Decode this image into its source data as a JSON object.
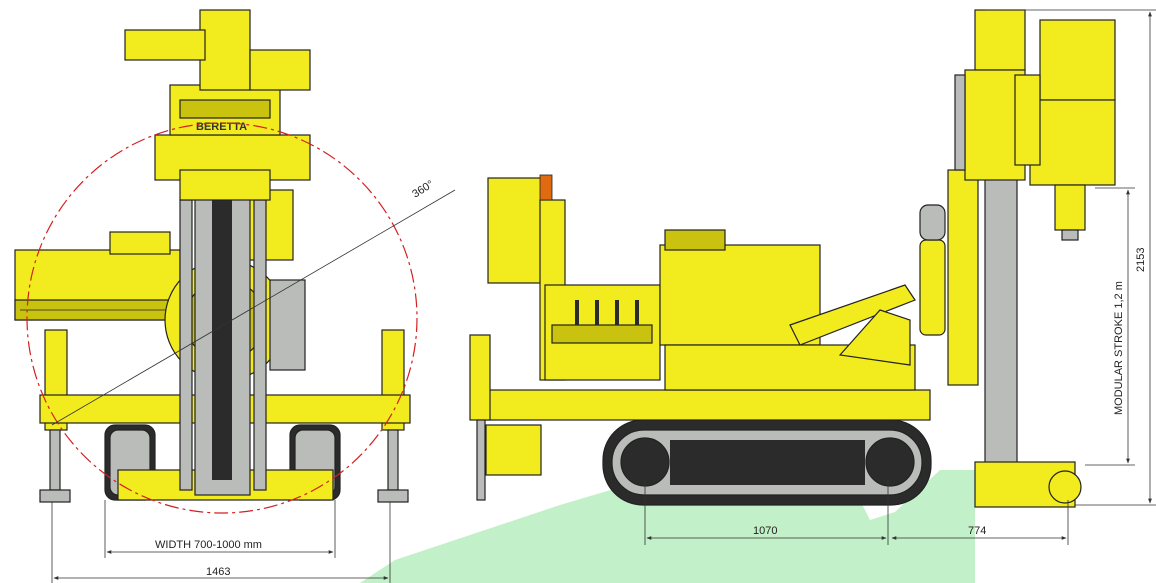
{
  "brand": "BERETTA",
  "rotation_label": "360°",
  "dimensions": {
    "front_width": "WIDTH 700-1000 mm",
    "front_overall": "1463",
    "track_length": "1070",
    "mast_offset": "774",
    "stroke": "MODULAR STROKE   1,2 m",
    "height": "2153"
  },
  "colors": {
    "machine_yellow": "#f2ec1e",
    "machine_shadow": "#c9c20e",
    "steel_grey": "#b9bcb8",
    "track_dark": "#2b2b2b",
    "rotation_circle": "#d42020",
    "watermark_green": "#8fe39a"
  }
}
